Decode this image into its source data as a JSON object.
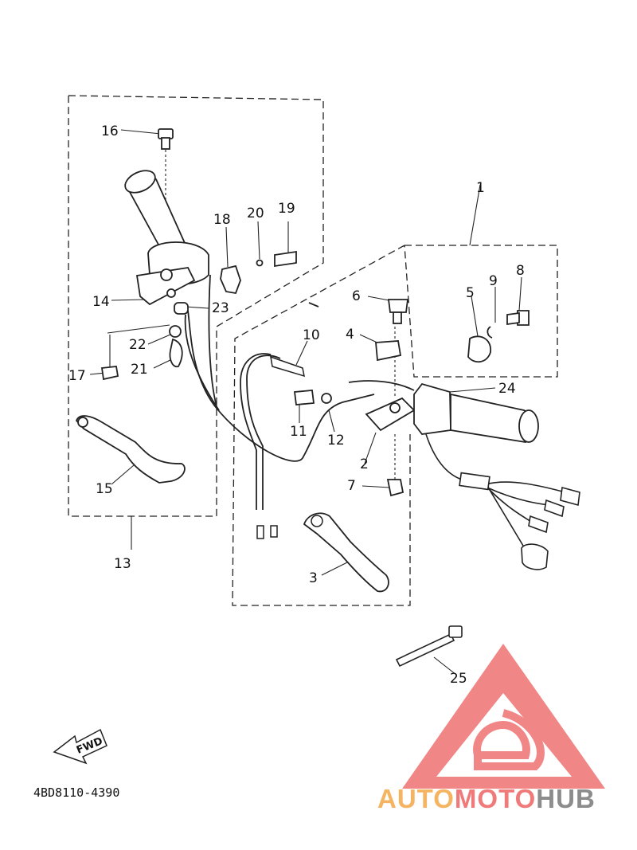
{
  "diagram": {
    "part_code": "4BD8110-4390",
    "fwd_label": "FWD",
    "callouts": [
      {
        "id": "c1",
        "text": "1"
      },
      {
        "id": "c2",
        "text": "2"
      },
      {
        "id": "c3",
        "text": "3"
      },
      {
        "id": "c4",
        "text": "4"
      },
      {
        "id": "c5",
        "text": "5"
      },
      {
        "id": "c6",
        "text": "6"
      },
      {
        "id": "c7",
        "text": "7"
      },
      {
        "id": "c8",
        "text": "8"
      },
      {
        "id": "c9",
        "text": "9"
      },
      {
        "id": "c10",
        "text": "10"
      },
      {
        "id": "c11",
        "text": "11"
      },
      {
        "id": "c12",
        "text": "12"
      },
      {
        "id": "c13",
        "text": "13"
      },
      {
        "id": "c14",
        "text": "14"
      },
      {
        "id": "c15",
        "text": "15"
      },
      {
        "id": "c16",
        "text": "16"
      },
      {
        "id": "c17",
        "text": "17"
      },
      {
        "id": "c18",
        "text": "18"
      },
      {
        "id": "c19",
        "text": "19"
      },
      {
        "id": "c20",
        "text": "20"
      },
      {
        "id": "c21",
        "text": "21"
      },
      {
        "id": "c22",
        "text": "22"
      },
      {
        "id": "c23",
        "text": "23"
      },
      {
        "id": "c24",
        "text": "24"
      },
      {
        "id": "c25",
        "text": "25"
      }
    ]
  },
  "watermark": {
    "part1": "AUTO",
    "part2": "MOTO",
    "part3": "HUB",
    "color_orange": "#f5b461",
    "color_red": "#f07a7a",
    "color_gray": "#8c8c8c"
  }
}
